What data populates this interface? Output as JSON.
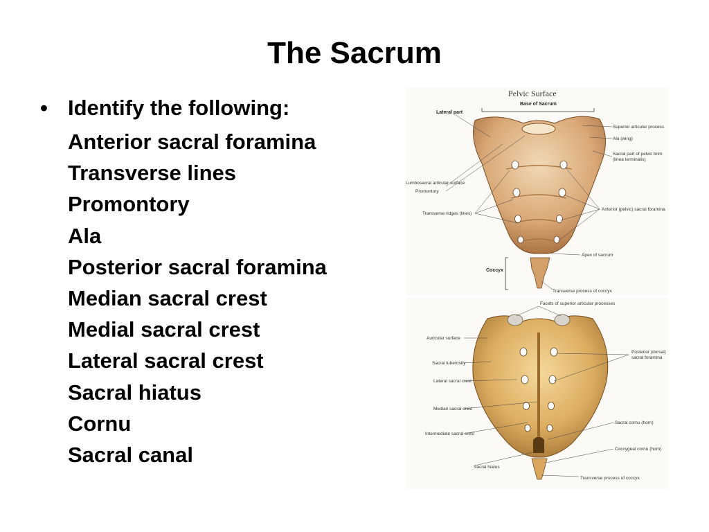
{
  "slide": {
    "title": "The Sacrum",
    "prompt": "Identify the following:",
    "items": [
      "Anterior sacral foramina",
      "Transverse lines",
      "Promontory",
      "Ala",
      "Posterior sacral foramina",
      "Median sacral crest",
      "Medial sacral crest",
      "Lateral sacral crest",
      "Sacral hiatus",
      "Cornu",
      "Sacral canal"
    ]
  },
  "figure_top": {
    "heading": "Pelvic Surface",
    "subheading": "Base of Sacrum",
    "labels": {
      "lateral_part": "Lateral part",
      "superior_articular": "Superior articular process",
      "ala": "Ala (wing)",
      "sacral_part_pelvic_brim": "Sacral part of pelvic brim",
      "linea_terminalis": "(linea terminalis)",
      "lumbosacral": "Lumbosacral articular surface",
      "promontory": "Promontory",
      "transverse_ridges": "Transverse ridges (lines)",
      "anterior_foramina": "Anterior (pelvic) sacral foramina",
      "apex": "Apex of sacrum",
      "coccyx": "Coccyx",
      "transverse_process_coccyx": "Transverse process of coccyx"
    }
  },
  "figure_bottom": {
    "labels": {
      "facets": "Facets of superior articular processes",
      "auricular": "Auricular surface",
      "sacral_tuberosity": "Sacral tuberosity",
      "lateral_crest": "Lateral sacral crest",
      "median_crest": "Median sacral crest",
      "intermediate_crest": "Intermediate sacral crest",
      "sacral_hiatus": "Sacral hiatus",
      "posterior_foramina": "Posterior (dorsal)",
      "posterior_foramina_2": "sacral foramina",
      "sacral_cornu": "Sacral cornu (horn)",
      "coccygeal_cornu": "Coccygeal cornu (horn)",
      "transverse_process_coccyx": "Transverse process of coccyx"
    }
  },
  "colors": {
    "bone_light": "#e8c9a0",
    "bone_mid": "#c9955d",
    "bone_dark": "#8a5a2b",
    "foramen": "#ffffff"
  }
}
